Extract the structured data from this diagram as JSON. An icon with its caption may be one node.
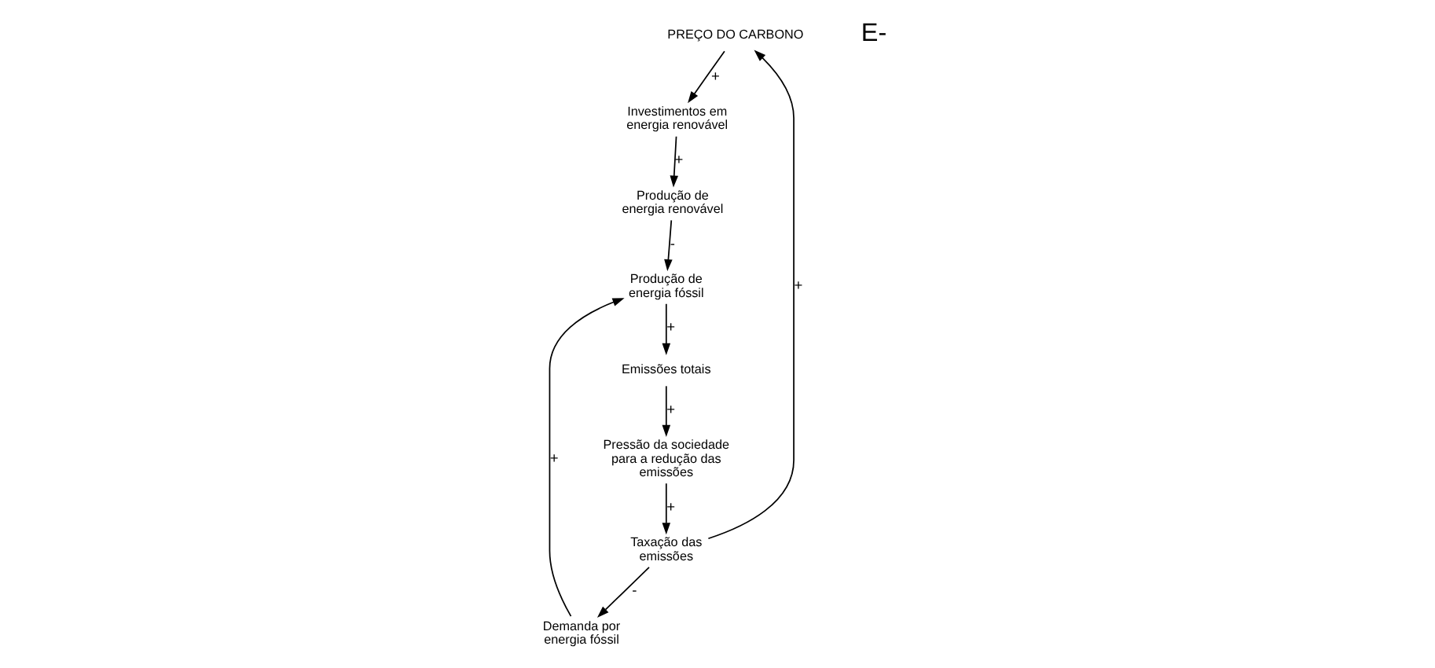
{
  "diagram": {
    "nodes": [
      {
        "text": [
          "PREÇO DO CARBONO"
        ]
      },
      {
        "text": [
          "Taxação das emissões"
        ]
      },
      {
        "text": [
          "Investimentos em energia renovável"
        ]
      },
      {
        "text": [
          "Produção de energia renovável"
        ]
      },
      {
        "text": [
          "Pressão da sociedade para a redução das emissões"
        ]
      },
      {
        "text": [
          "Emissões totais"
        ]
      },
      {
        "text": [
          "Demanda por energia fóssil"
        ]
      },
      {
        "text": [
          "Produção de energia fóssil"
        ]
      }
    ],
    "edges": [
      {
        "from": 1,
        "to": 0,
        "arrow": "to",
        "label": "+"
      },
      {
        "from": 0,
        "to": 2,
        "arrow": "to",
        "label": "+"
      },
      {
        "from": 2,
        "to": 3,
        "arrow": "to",
        "label": "+"
      },
      {
        "from": 3,
        "to": 7,
        "arrow": "to",
        "label": "-"
      },
      {
        "from": 7,
        "to": 5,
        "arrow": "to",
        "label": "+"
      },
      {
        "from": 5,
        "to": 4,
        "arrow": "to",
        "label": "+"
      },
      {
        "from": 4,
        "to": 1,
        "arrow": "to",
        "label": "+"
      },
      {
        "from": 1,
        "to": 6,
        "arrow": "to",
        "label": "-"
      },
      {
        "from": 6,
        "to": 7,
        "arrow": "to",
        "label": "+"
      }
    ],
    "labels": [
      "E-"
    ]
  }
}
